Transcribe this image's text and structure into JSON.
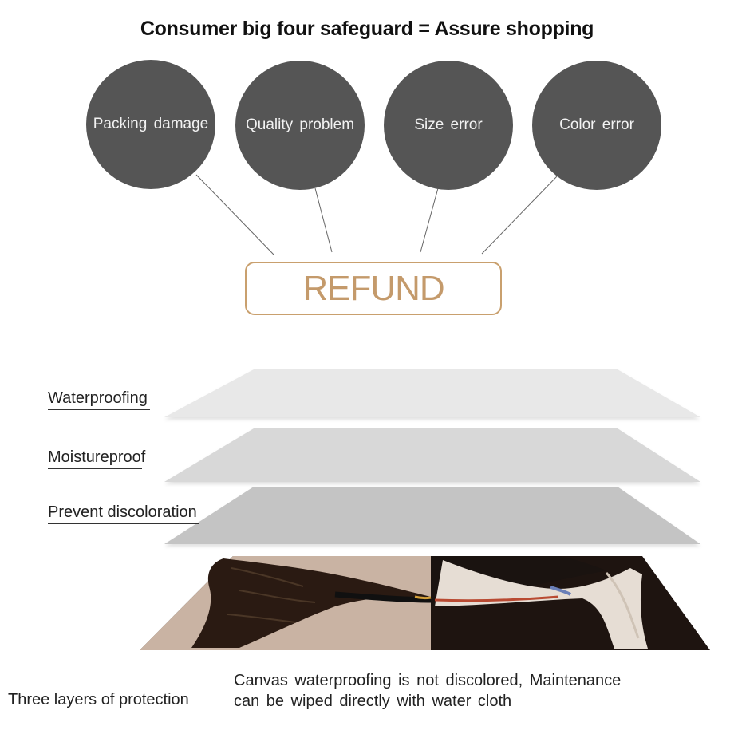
{
  "title": "Consumer big four safeguard = Assure shopping",
  "issues": [
    "Packing damage",
    "Quality problem",
    "Size error",
    "Color error"
  ],
  "refund_label": "REFUND",
  "layers": [
    "Waterproofing",
    "Moistureproof",
    "Prevent discoloration"
  ],
  "layers_caption": "Three layers of protection",
  "description": {
    "line1": "Canvas waterproofing is not discolored, Maintenance",
    "line2": "can be wiped directly with water cloth"
  },
  "colors": {
    "circle": "#555555",
    "refund_accent": "#c49a6b",
    "layer_top": "#e6e6e6",
    "layer_middle": "#d6d6d6",
    "layer_bottom": "#c2c2c2"
  }
}
